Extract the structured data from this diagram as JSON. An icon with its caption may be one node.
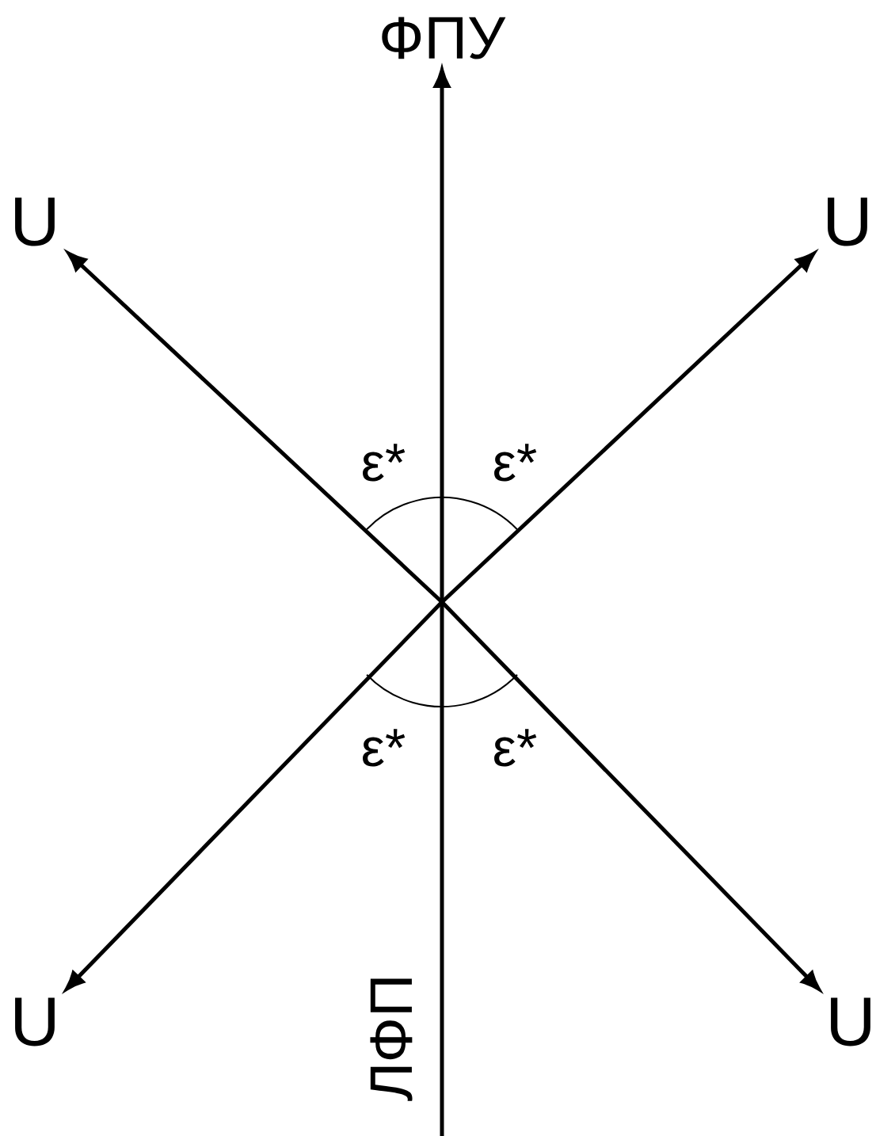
{
  "diagram": {
    "nodes": [
      {
        "text": [
          "ФПУ"
        ]
      },
      {
        "text": [
          "U"
        ]
      },
      {
        "text": [
          "U"
        ]
      },
      {
        "text": [
          "U"
        ]
      },
      {
        "text": [
          "U"
        ]
      }
    ],
    "edges": [
      {
        "from": null,
        "to": 0,
        "arrow": "to",
        "label": "ЛФП"
      },
      {
        "from": null,
        "to": 1,
        "arrow": "to"
      },
      {
        "from": null,
        "to": 2,
        "arrow": "to"
      },
      {
        "from": null,
        "to": 3,
        "arrow": "to"
      },
      {
        "from": null,
        "to": 4,
        "arrow": "to"
      }
    ],
    "labels": [
      "ε*",
      "ε*",
      "ε*",
      "ε*"
    ]
  }
}
